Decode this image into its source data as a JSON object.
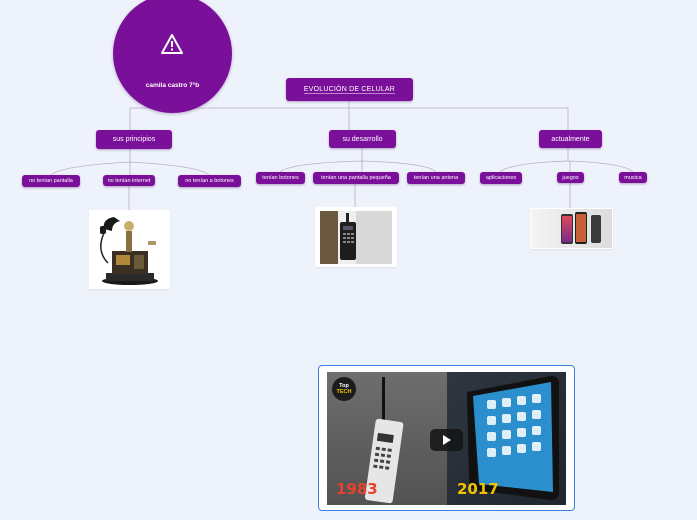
{
  "author": "camila castro 7°b",
  "root": {
    "label": "EVOLUCIÓN DE CELULAR"
  },
  "branches": [
    {
      "label": "sus principios",
      "children": [
        "no tenían pantalla",
        "no tenían internet",
        "no tenían a botones"
      ]
    },
    {
      "label": "su desarrollo",
      "children": [
        "tenían botones",
        "tenían una pantalla pequeña",
        "tenían una antena"
      ]
    },
    {
      "label": "actualmente",
      "children": [
        "aplicaciones",
        "juegos",
        "musica"
      ]
    }
  ],
  "video": {
    "badge_top": "Top",
    "badge_bottom": "TECH",
    "year_left": "1983",
    "year_right": "2017"
  },
  "colors": {
    "node": "#7a0f9a",
    "line": "#b5a6c4",
    "background": "#eef2fb",
    "video_border": "#3c7fe0"
  },
  "icons": [
    "warning-icon",
    "play-icon"
  ]
}
